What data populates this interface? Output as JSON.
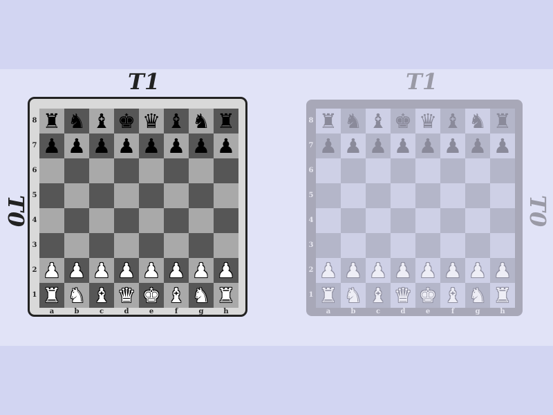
{
  "labels": {
    "top_left": "T1",
    "top_right": "T1",
    "side_left": "T0",
    "side_right": "T0"
  },
  "files": [
    "a",
    "b",
    "c",
    "d",
    "e",
    "f",
    "g",
    "h"
  ],
  "ranks": [
    "8",
    "7",
    "6",
    "5",
    "4",
    "3",
    "2",
    "1"
  ],
  "position": [
    [
      "bR",
      "bN",
      "bB",
      "bK",
      "bQ",
      "bB",
      "bN",
      "bR"
    ],
    [
      "bP",
      "bP",
      "bP",
      "bP",
      "bP",
      "bP",
      "bP",
      "bP"
    ],
    [
      "",
      "",
      "",
      "",
      "",
      "",
      "",
      ""
    ],
    [
      "",
      "",
      "",
      "",
      "",
      "",
      "",
      ""
    ],
    [
      "",
      "",
      "",
      "",
      "",
      "",
      "",
      ""
    ],
    [
      "",
      "",
      "",
      "",
      "",
      "",
      "",
      ""
    ],
    [
      "wP",
      "wP",
      "wP",
      "wP",
      "wP",
      "wP",
      "wP",
      "wP"
    ],
    [
      "wR",
      "wN",
      "wB",
      "wQ",
      "wK",
      "wB",
      "wN",
      "wR"
    ]
  ],
  "piece_glyphs": {
    "K": "♚",
    "Q": "♛",
    "R": "♜",
    "B": "♝",
    "N": "♞",
    "P": "♟"
  },
  "piece_names": {
    "K": "king",
    "Q": "queen",
    "R": "rook",
    "B": "bishop",
    "N": "knight",
    "P": "pawn"
  },
  "boards": [
    {
      "id": "left",
      "state": "active"
    },
    {
      "id": "right",
      "state": "faded"
    }
  ],
  "colors": {
    "background": "#d2d5f2",
    "band": "#e1e3f7",
    "active_light_square": "#a9a9a9",
    "active_dark_square": "#565656",
    "faded_light_square": "#ced0e6",
    "faded_dark_square": "#b4b6c9"
  }
}
